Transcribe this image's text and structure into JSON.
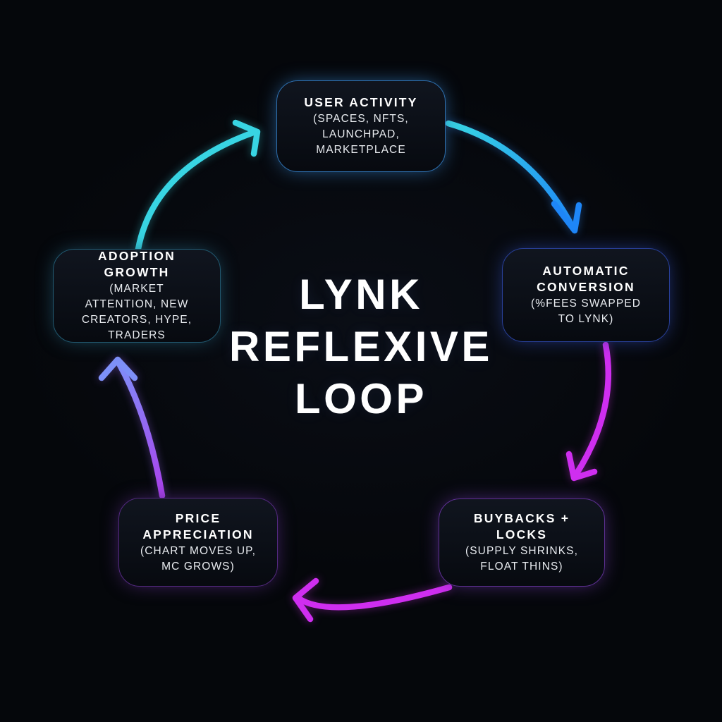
{
  "title": {
    "line1": "LYNK",
    "line2": "REFLEXIVE",
    "line3": "LOOP"
  },
  "nodes": [
    {
      "id": "user-activity",
      "title": "USER ACTIVITY",
      "subtitle": "(SPACES, NFTS, LAUNCHPAD, MARKETPLACE",
      "accent_color": "#2e6fae"
    },
    {
      "id": "automatic-conversion",
      "title": "AUTOMATIC CONVERSION",
      "subtitle": "(%FEES SWAPPED TO LYNK)",
      "accent_color": "#283f97"
    },
    {
      "id": "buybacks-locks",
      "title": "BUYBACKS + LOCKS",
      "subtitle": "(SUPPLY SHRINKS, FLOAT THINS)",
      "accent_color": "#5e3093"
    },
    {
      "id": "price-appreciation",
      "title": "PRICE APPRECIATION",
      "subtitle": "(CHART MOVES UP, MC GROWS)",
      "accent_color": "#53297f"
    },
    {
      "id": "adoption-growth",
      "title": "ADOPTION GROWTH",
      "subtitle": "(MARKET ATTENTION, NEW CREATORS, HYPE, TRADERS",
      "accent_color": "#21586f"
    }
  ],
  "arrows": {
    "adoption_to_user": {
      "color": "#38d5e3"
    },
    "user_to_automatic": {
      "from_color": "#38d5e3",
      "to_color": "#1e86f7"
    },
    "automatic_to_buybacks": {
      "color": "#cf2ef0"
    },
    "buybacks_to_price": {
      "color": "#cf2ef0"
    },
    "price_to_adoption": {
      "from_color": "#aa41ec",
      "to_color": "#7e90f8"
    }
  },
  "colors": {
    "background": "#05070b",
    "title_text": "#ffffff",
    "node_title_text": "#ffffff",
    "node_subtitle_text": "#e9ecf0"
  }
}
